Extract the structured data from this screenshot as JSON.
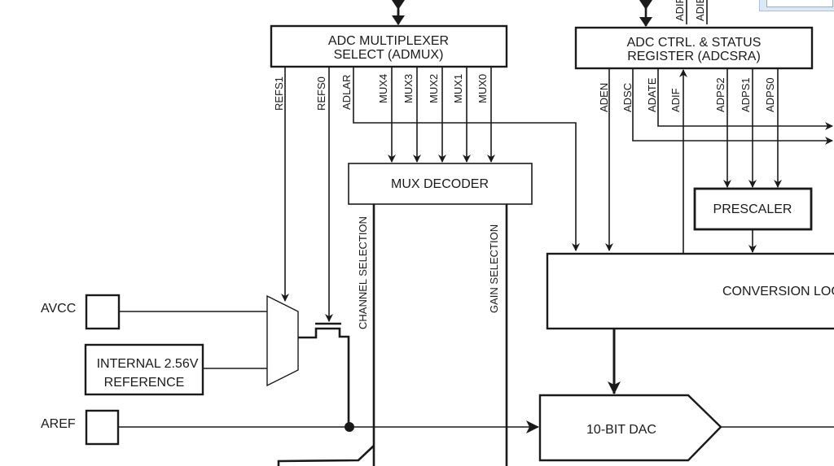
{
  "admux": {
    "line1": "ADC MULTIPLEXER",
    "line2": "SELECT (ADMUX)"
  },
  "adcsra": {
    "line1": "ADC CTRL. & STATUS",
    "line2": "REGISTER (ADCSRA)"
  },
  "top_signals": [
    "ADIF",
    "ADIE"
  ],
  "admux_bits": [
    "REFS1",
    "REFS0",
    "ADLAR",
    "MUX4",
    "MUX3",
    "MUX2",
    "MUX1",
    "MUX0"
  ],
  "adcsra_bits": [
    "ADEN",
    "ADSC",
    "ADATE",
    "ADIF",
    "ADPS2",
    "ADPS1",
    "ADPS0"
  ],
  "mux_decoder": "MUX DECODER",
  "channel_selection": "CHANNEL SELECTION",
  "gain_selection": "GAIN SELECTION",
  "prescaler": "PRESCALER",
  "conversion_logic": "CONVERSION LOGIC",
  "dac": "10-BIT DAC",
  "pins": {
    "avcc": "AVCC",
    "aref": "AREF"
  },
  "internal_ref": {
    "line1": "INTERNAL 2.56V",
    "line2": "REFERENCE"
  }
}
